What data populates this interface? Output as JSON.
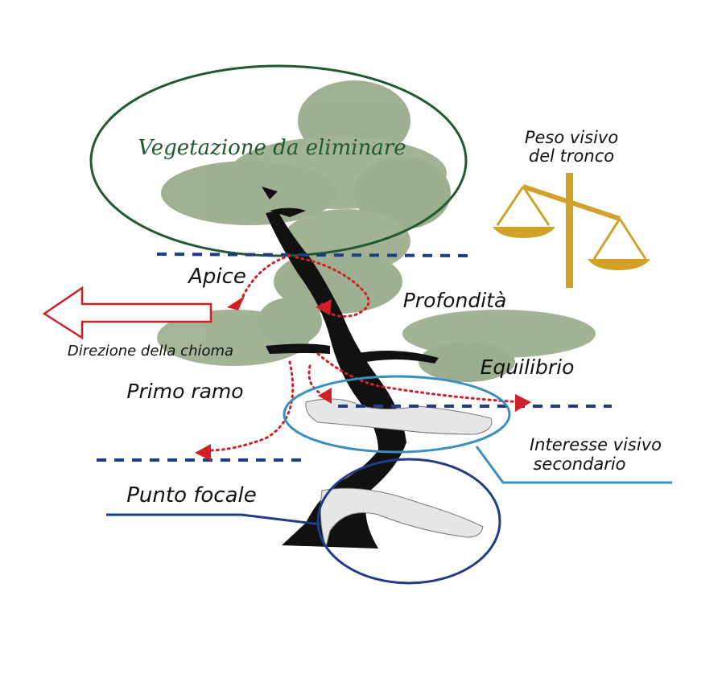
{
  "labels": {
    "vegetazione": "Vegetazione da eliminare",
    "peso_line1": "Peso visivo",
    "peso_line2": "del tronco",
    "apice": "Apice",
    "profondita": "Profondità",
    "direzione": "Direzione della chioma",
    "equilibrio": "Equilibrio",
    "primo_ramo": "Primo ramo",
    "interesse_line1": "Interesse visivo",
    "interesse_line2": "secondario",
    "punto_focale": "Punto focale"
  },
  "colors": {
    "foliage": "#8fa27f",
    "foliage_dark": "#6f8563",
    "trunk": "#111111",
    "deadwood": "#e6e6e6",
    "veg_ellipse": "#1f5a2e",
    "dashed_line": "#1f3c88",
    "dotted_arrow": "#d21f26",
    "big_arrow": "#d21f26",
    "scale": "#d1a12a",
    "interest_ellipse": "#3b8fbf",
    "focal_ellipse": "#1f3c88"
  },
  "icons": [
    "balance-scale-icon",
    "left-arrow-icon"
  ]
}
